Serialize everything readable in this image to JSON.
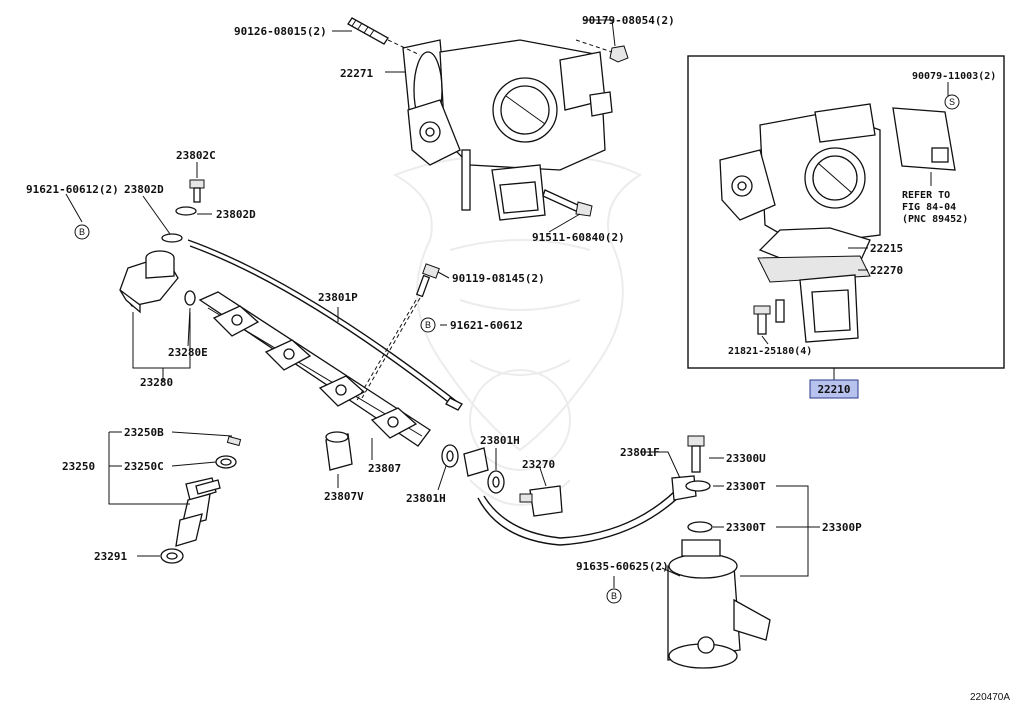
{
  "diagram": {
    "figure_id": "220470A",
    "highlighted_part": "22210",
    "refer_note": [
      "REFER TO",
      "FIG 84-04",
      "(PNC 89452)"
    ],
    "labels": {
      "p90126": "90126-08015(2)",
      "p22271": "22271",
      "p90179": "90179-08054(2)",
      "p23802C": "23802C",
      "p91621a": "91621-60612(2)",
      "p23802D_a": "23802D",
      "p23802D_b": "23802D",
      "p91511": "91511-60840(2)",
      "p90119": "90119-08145(2)",
      "p23801P": "23801P",
      "p91621b": "91621-60612",
      "p23280E": "23280E",
      "p23280": "23280",
      "p23250B": "23250B",
      "p23250": "23250",
      "p23250C": "23250C",
      "p23801H_a": "23801H",
      "p23801F": "23801F",
      "p23270": "23270",
      "p23807": "23807",
      "p23807V": "23807V",
      "p23801H_b": "23801H",
      "p23300U": "23300U",
      "p23300T_a": "23300T",
      "p23300T_b": "23300T",
      "p23300P": "23300P",
      "p23291": "23291",
      "p91635": "91635-60625(2)",
      "p90079": "90079-11003(2)",
      "p22215": "22215",
      "p22270": "22270",
      "p21821": "21821-25180(4)",
      "p22210": "22210"
    },
    "symbols": {
      "b": "B",
      "s": "S"
    },
    "colors": {
      "highlight_fill": "#b8c2ee",
      "highlight_stroke": "#2a3a8c",
      "line": "#111111"
    }
  }
}
